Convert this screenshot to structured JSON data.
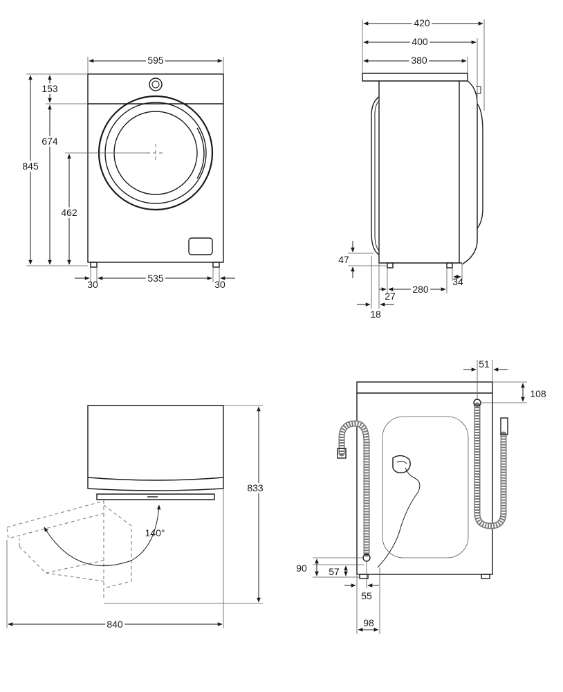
{
  "front_view": {
    "width": "595",
    "height_total": "845",
    "top_panel": "153",
    "door_top": "674",
    "door_center": "462",
    "foot_left": "30",
    "foot_span": "535",
    "foot_right": "30"
  },
  "side_view": {
    "depth_total": "420",
    "depth_mid": "400",
    "depth_body": "380",
    "door_bottom_clearance": "47",
    "door_offset": "27",
    "front_offset": "18",
    "foot_span": "280",
    "rear_foot": "34"
  },
  "top_view": {
    "depth_open": "833",
    "width_open": "840",
    "door_angle": "140°"
  },
  "rear_view": {
    "inlet_offset": "51",
    "inlet_drop": "108",
    "drain_height": "90",
    "drain_low": "57",
    "drain_inset": "55",
    "drain_width": "98"
  }
}
